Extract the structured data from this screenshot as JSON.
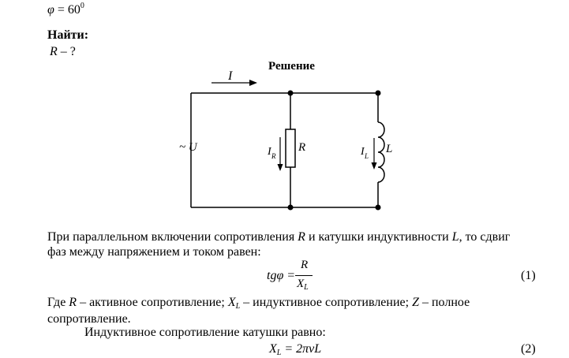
{
  "given": {
    "phi_symbol": "φ",
    "equals": "=",
    "phi_value": "60",
    "phi_degree": "0"
  },
  "find_label": "Найти:",
  "find_item": {
    "symbol": "R",
    "rest": "– ?"
  },
  "solution_title": "Решение",
  "circuit": {
    "current_label": "I",
    "source_label": "~ U",
    "resistor_label": "R",
    "resistor_current": "I",
    "resistor_current_sub": "R",
    "coil_label": "L",
    "coil_current": "I",
    "coil_current_sub": "L"
  },
  "paragraph1": {
    "part1": "При параллельном включении сопротивления",
    "sym1": "R",
    "part2": "и катушки индуктивности",
    "sym2": "L",
    "part3": ", то сдвиг",
    "line2": "фаз между напряжением и током равен:"
  },
  "formula1": {
    "lhs": "tgφ =",
    "numerator": "R",
    "denominator": "X",
    "denominator_sub": "L",
    "number": "(1)"
  },
  "paragraph2": {
    "part1": "Где",
    "sym_r": "R",
    "part2": "– активное сопротивление;",
    "sym_x": "X",
    "sym_x_sub": "L",
    "part3": "– индуктивное сопротивление;",
    "sym_z": "Z",
    "part4": "– полное",
    "line2": "сопротивление."
  },
  "paragraph3": "Индуктивное сопротивление катушки  равно:",
  "formula2": {
    "lhs": "X",
    "lhs_sub": "L",
    "rhs": "= 2πνL",
    "number": "(2)"
  }
}
